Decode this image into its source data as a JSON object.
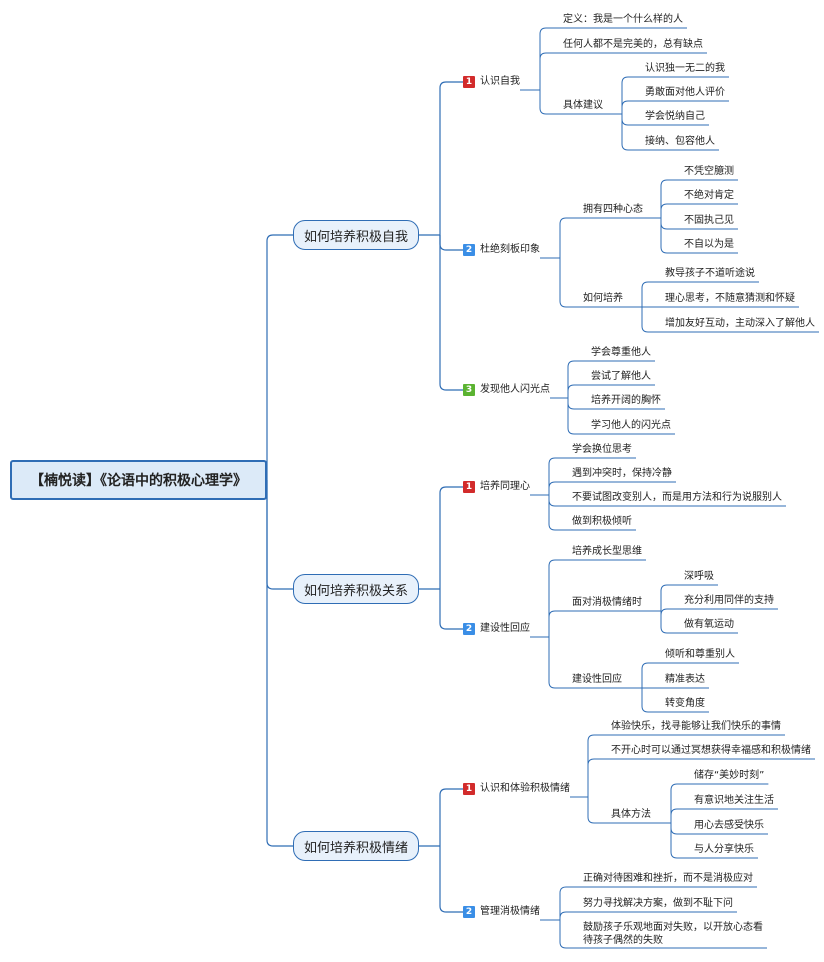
{
  "colors": {
    "line": "#2f6db5",
    "badge_red": "#d22b2b",
    "badge_blue": "#3a8ee6",
    "badge_green": "#5bb331"
  },
  "root": {
    "label": "【楠悦读】《论语中的积极心理学》"
  },
  "branches": [
    {
      "label": "如何培养积极自我",
      "children": [
        {
          "badge": "1",
          "badge_color": "red",
          "label": "认识自我",
          "children": [
            {
              "label": "定义：我是一个什么样的人"
            },
            {
              "label": "任何人都不是完美的，总有缺点"
            },
            {
              "label": "具体建议",
              "children": [
                {
                  "label": "认识独一无二的我"
                },
                {
                  "label": "勇敢面对他人评价"
                },
                {
                  "label": "学会悦纳自己"
                },
                {
                  "label": "接纳、包容他人"
                }
              ]
            }
          ]
        },
        {
          "badge": "2",
          "badge_color": "blue",
          "label": "杜绝刻板印象",
          "children": [
            {
              "label": "拥有四种心态",
              "children": [
                {
                  "label": "不凭空臆测"
                },
                {
                  "label": "不绝对肯定"
                },
                {
                  "label": "不固执己见"
                },
                {
                  "label": "不自以为是"
                }
              ]
            },
            {
              "label": "如何培养",
              "children": [
                {
                  "label": "教导孩子不道听途说"
                },
                {
                  "label": "理心思考，不随意猜测和怀疑"
                },
                {
                  "label": "增加友好互动，主动深入了解他人"
                }
              ]
            }
          ]
        },
        {
          "badge": "3",
          "badge_color": "green",
          "label": "发现他人闪光点",
          "children": [
            {
              "label": "学会尊重他人"
            },
            {
              "label": "尝试了解他人"
            },
            {
              "label": "培养开阔的胸怀"
            },
            {
              "label": "学习他人的闪光点"
            }
          ]
        }
      ]
    },
    {
      "label": "如何培养积极关系",
      "children": [
        {
          "badge": "1",
          "badge_color": "red",
          "label": "培养同理心",
          "children": [
            {
              "label": "学会换位思考"
            },
            {
              "label": "遇到冲突时，保持冷静"
            },
            {
              "label": "不要试图改变别人，而是用方法和行为说服别人"
            },
            {
              "label": "做到积极倾听"
            }
          ]
        },
        {
          "badge": "2",
          "badge_color": "blue",
          "label": "建设性回应",
          "children": [
            {
              "label": "培养成长型思维"
            },
            {
              "label": "面对消极情绪时",
              "children": [
                {
                  "label": "深呼吸"
                },
                {
                  "label": "充分利用同伴的支持"
                },
                {
                  "label": "做有氧运动"
                }
              ]
            },
            {
              "label": "建设性回应",
              "children": [
                {
                  "label": "倾听和尊重别人"
                },
                {
                  "label": "精准表达"
                },
                {
                  "label": "转变角度"
                }
              ]
            }
          ]
        }
      ]
    },
    {
      "label": "如何培养积极情绪",
      "children": [
        {
          "badge": "1",
          "badge_color": "red",
          "label": "认识和体验积极情绪",
          "children": [
            {
              "label": "体验快乐，找寻能够让我们快乐的事情"
            },
            {
              "label": "不开心时可以通过冥想获得幸福感和积极情绪"
            },
            {
              "label": "具体方法",
              "children": [
                {
                  "label": "储存“美妙时刻”"
                },
                {
                  "label": "有意识地关注生活"
                },
                {
                  "label": "用心去感受快乐"
                },
                {
                  "label": "与人分享快乐"
                }
              ]
            }
          ]
        },
        {
          "badge": "2",
          "badge_color": "blue",
          "label": "管理消极情绪",
          "children": [
            {
              "label": "正确对待困难和挫折，而不是消极应对"
            },
            {
              "label": "努力寻找解决方案，做到不耻下问"
            },
            {
              "label": "鼓励孩子乐观地面对失败，以开放心态看待孩子偶然的失败"
            }
          ]
        }
      ]
    }
  ]
}
